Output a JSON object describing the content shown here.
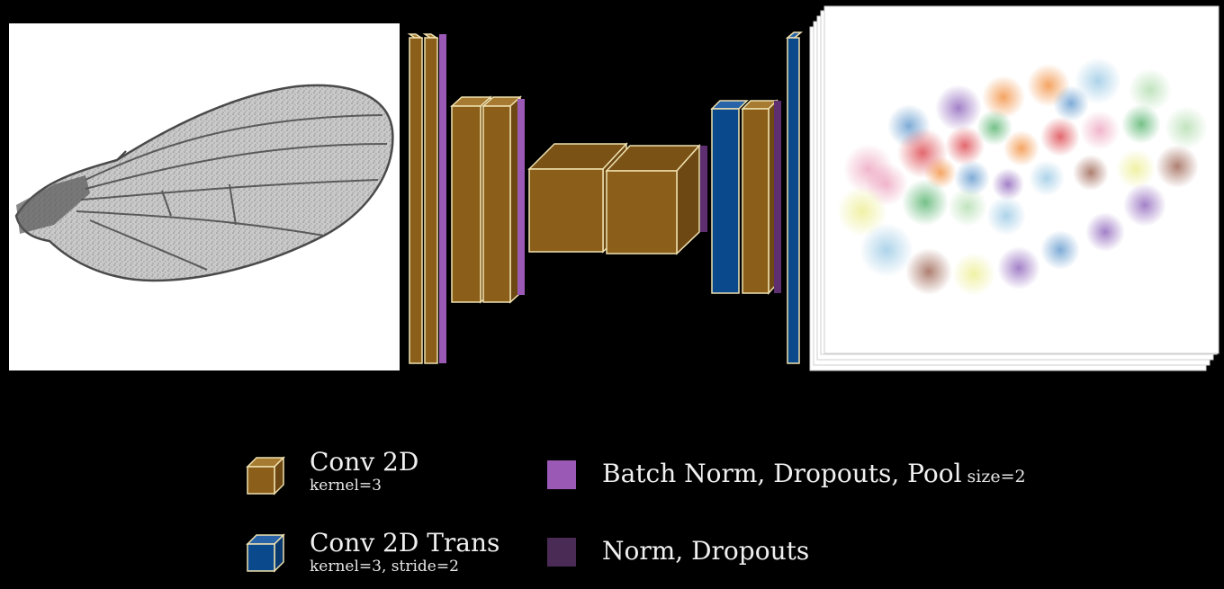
{
  "diagram": {
    "input_image": "fly-wing-micrograph",
    "output_image": "colored-heatmap-stack"
  },
  "colors": {
    "conv2d": "#8B5E1A",
    "conv2d_trans": "#0A4A8C",
    "batch_norm_pool": "#9B59B6",
    "norm_dropout": "#4A2B55",
    "edge": "#F0E2B0"
  },
  "legend": {
    "conv2d": {
      "label": "Conv 2D",
      "detail": "kernel=3",
      "icon": "brown-cube-icon"
    },
    "conv2d_trans": {
      "label": "Conv 2D Trans",
      "detail": "kernel=3, stride=2",
      "icon": "blue-cube-icon"
    },
    "batch_norm": {
      "label": "Batch Norm, Dropouts, Pool",
      "detail": "size=2",
      "icon": "purple-square-icon"
    },
    "norm_dropout": {
      "label": "Norm, Dropouts",
      "icon": "dark-purple-square-icon"
    }
  }
}
